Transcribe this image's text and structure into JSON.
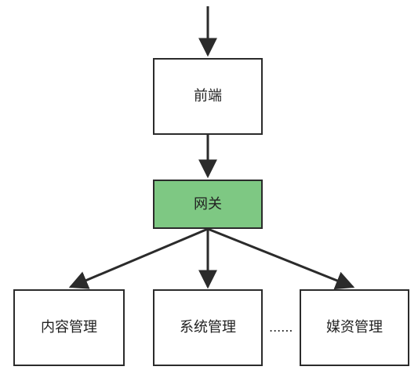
{
  "nodes": {
    "frontend": "前端",
    "gateway": "网关",
    "content_management": "内容管理",
    "system_management": "系统管理",
    "ellipsis": "......",
    "media_asset_management": "媒资管理"
  },
  "colors": {
    "gateway_fill": "#7ec883",
    "stroke": "#2b2b2b"
  }
}
